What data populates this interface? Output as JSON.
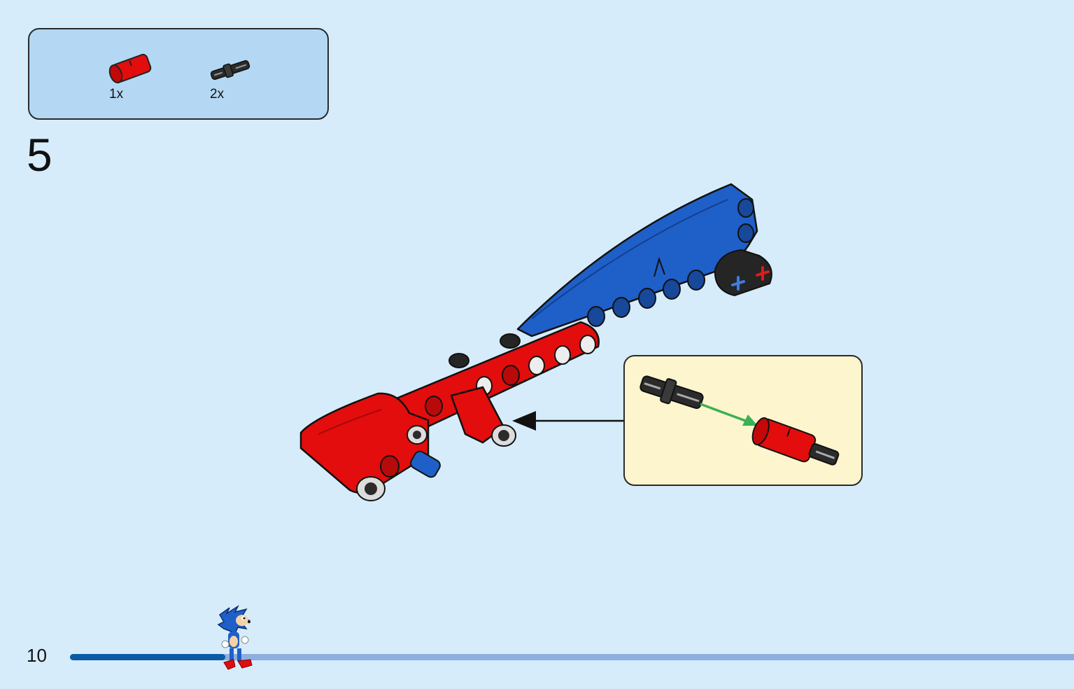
{
  "parts_list": {
    "items": [
      {
        "name": "red-connector-pin",
        "quantity": "1x",
        "color": "#e30d0d"
      },
      {
        "name": "black-friction-pin",
        "quantity": "2x",
        "color": "#2b2b2b"
      }
    ]
  },
  "step": {
    "number": "5"
  },
  "page": {
    "number": "10"
  },
  "progress": {
    "fraction": 0.155
  },
  "colors": {
    "background": "#d6ecfb",
    "red": "#e30d0d",
    "blue": "#1f5fc8",
    "black": "#252525",
    "callout_bg": "#fdf5cd",
    "arrow_green": "#3cb054"
  },
  "icons": {
    "assembly_arrow": "arrow-left-icon",
    "mascot": "hedgehog-mascot-icon"
  }
}
